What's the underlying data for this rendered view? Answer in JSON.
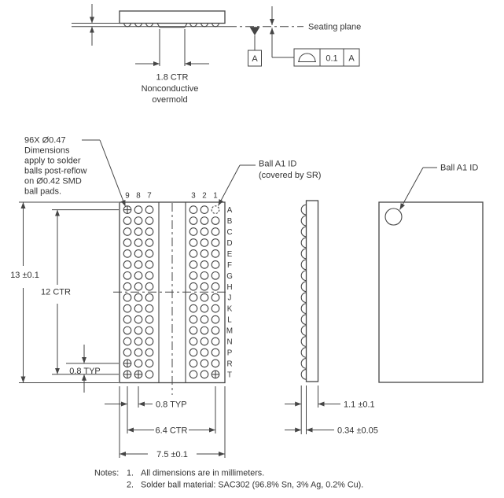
{
  "drawing": {
    "elevation": {
      "seating_plane_label": "Seating plane",
      "overmold_dim": "1.8 CTR",
      "overmold_note_line1": "Nonconductive",
      "overmold_note_line2": "overmold",
      "datum_letter": "A",
      "flatness_tolerance": "0.1",
      "flatness_datum_ref": "A"
    },
    "bottom_view": {
      "ball_note_lines": [
        "96X Ø0.47",
        "Dimensions",
        "apply to solder",
        "balls post-reflow",
        "on Ø0.42 SMD",
        "ball pads."
      ],
      "ball_a1_label_line1": "Ball A1 ID",
      "ball_a1_label_line2": "(covered by SR)",
      "column_labels_left": [
        "9",
        "8",
        "7"
      ],
      "column_labels_right": [
        "3",
        "2",
        "1"
      ],
      "row_labels": [
        "A",
        "B",
        "C",
        "D",
        "E",
        "F",
        "G",
        "H",
        "J",
        "K",
        "L",
        "M",
        "N",
        "P",
        "R",
        "T"
      ],
      "crosshair_balls": [
        "A-9",
        "R-9",
        "T-9",
        "T-8",
        "T-1"
      ],
      "a1_ball": "A-1",
      "dim_height": "13 ±0.1",
      "dim_row_span": "12 CTR",
      "dim_row_pitch": "0.8 TYP",
      "dim_col_pitch": "0.8 TYP",
      "dim_col_span": "6.4 CTR",
      "dim_width": "7.5 ±0.1"
    },
    "side_view": {
      "dim_total_thickness": "1.1 ±0.1",
      "dim_ball_height": "0.34 ±0.05"
    },
    "top_view": {
      "ball_a1_label": "Ball A1 ID"
    },
    "notes": {
      "heading": "Notes:",
      "items": [
        {
          "number": "1.",
          "text": "All dimensions are in millimeters."
        },
        {
          "number": "2.",
          "text": "Solder ball material: SAC302 (96.8% Sn, 3% Ag, 0.2% Cu)."
        }
      ]
    },
    "colors": {
      "line": "#454545",
      "text": "#333333",
      "background": "#ffffff"
    }
  }
}
